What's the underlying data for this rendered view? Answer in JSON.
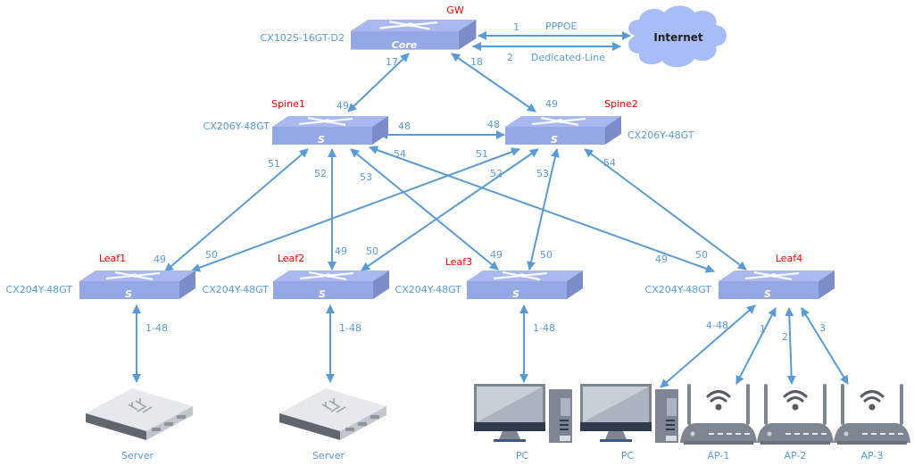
{
  "diagram": {
    "internet": {
      "label": "Internet"
    },
    "gateway": {
      "name": "GW",
      "model": "CX102S-16GT-D2",
      "role_label": "Core"
    },
    "spines": [
      {
        "name": "Spine1",
        "model": "CX206Y-48GT",
        "role_label": "S"
      },
      {
        "name": "Spine2",
        "model": "CX206Y-48GT",
        "role_label": "S"
      }
    ],
    "leaves": [
      {
        "name": "Leaf1",
        "model": "CX204Y-48GT",
        "role_label": "S"
      },
      {
        "name": "Leaf2",
        "model": "CX204Y-48GT",
        "role_label": "S"
      },
      {
        "name": "Leaf3",
        "model": "CX204Y-48GT",
        "role_label": "S"
      },
      {
        "name": "Leaf4",
        "model": "CX204Y-48GT",
        "role_label": "S"
      }
    ],
    "endpoints": [
      {
        "label": "Server",
        "type": "server-icon"
      },
      {
        "label": "Server",
        "type": "server-icon"
      },
      {
        "label": "PC",
        "type": "pc-icon"
      },
      {
        "label": "PC",
        "type": "pc-icon"
      },
      {
        "label": "AP-1",
        "type": "access-point-icon"
      },
      {
        "label": "AP-2",
        "type": "access-point-icon"
      },
      {
        "label": "AP-3",
        "type": "access-point-icon"
      }
    ],
    "wan_links": [
      {
        "port": "1",
        "label": "PPPOE"
      },
      {
        "port": "2",
        "label": "Dedicated-Line"
      }
    ],
    "port_labels": {
      "gw_spine1": "17",
      "gw_spine2": "18",
      "spine1_up": "49",
      "spine2_up": "49",
      "spine1_peer": "48",
      "spine2_peer": "48",
      "spine1_51": "51",
      "spine1_52": "52",
      "spine1_53": "53",
      "spine1_54": "54",
      "spine2_51": "51",
      "spine2_52": "52",
      "spine2_53": "53",
      "spine2_54": "54",
      "leaf1_49": "49",
      "leaf1_50": "50",
      "leaf2_49": "49",
      "leaf2_50": "50",
      "leaf3_49": "49",
      "leaf3_50": "50",
      "leaf4_49": "49",
      "leaf4_50": "50",
      "leaf1_down": "1-48",
      "leaf2_down": "1-48",
      "leaf3_down": "1-48",
      "leaf4_pc": "4-48",
      "leaf4_ap1": "1",
      "leaf4_ap2": "2",
      "leaf4_ap3": "3"
    }
  },
  "colors": {
    "link": "#5b9bd5",
    "device_name": "#ff0000",
    "switch_top": "#a9b8ee",
    "switch_front": "#95a8e6",
    "switch_side": "#7b8cc8",
    "cloud": "#a8bdf8"
  }
}
